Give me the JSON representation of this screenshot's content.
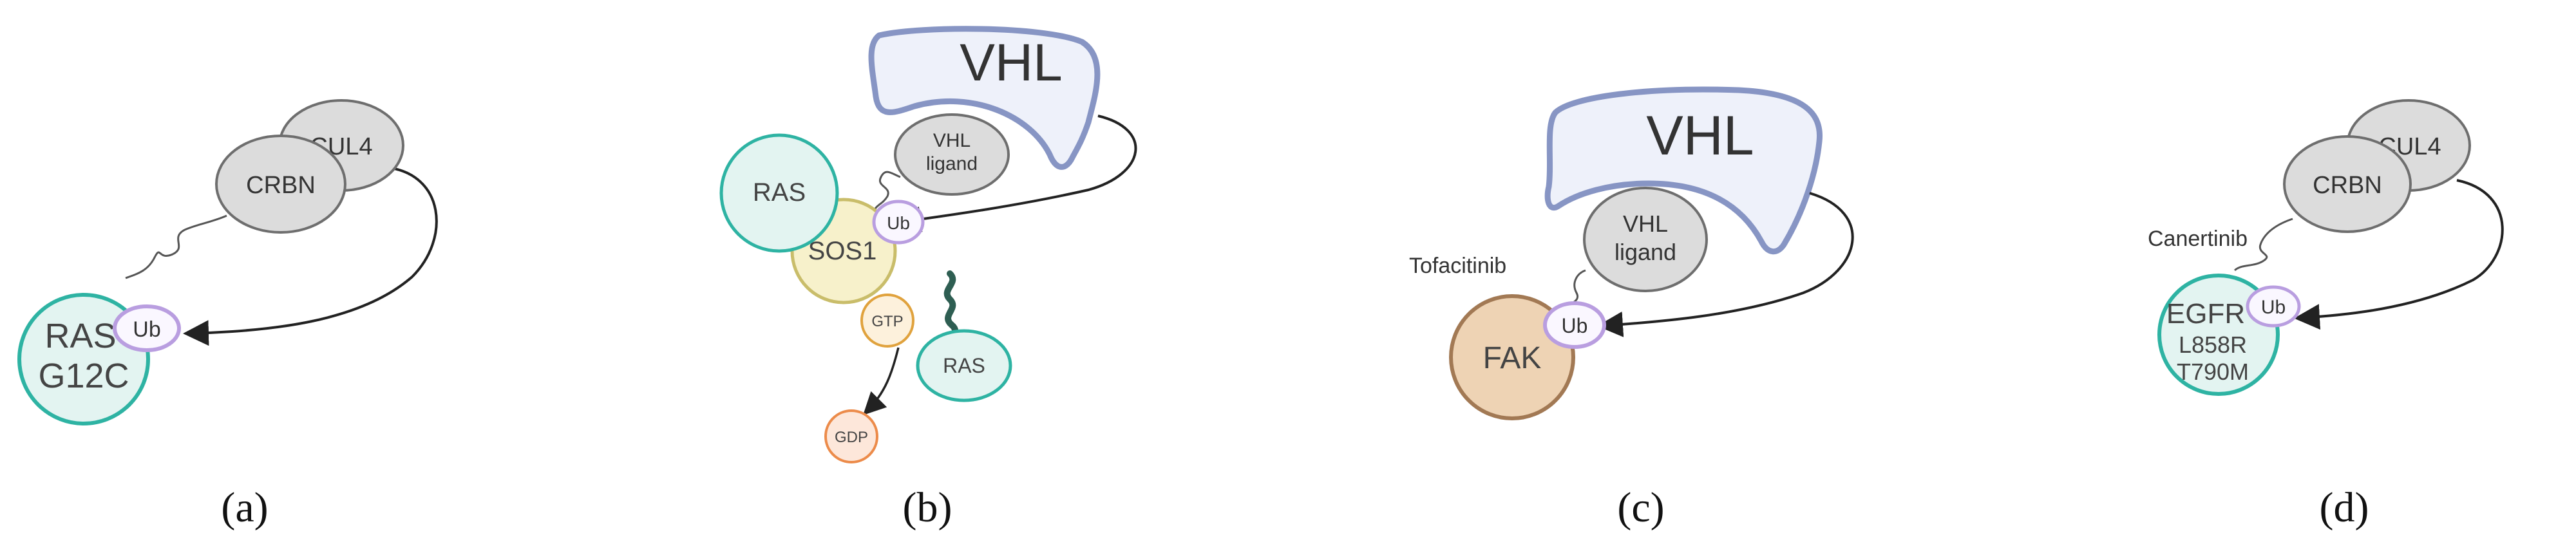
{
  "colors": {
    "crbn_cul4_fill": "#dcdcdc",
    "crbn_cul4_stroke": "#6e6e6e",
    "vhl_fill": "#eef1fa",
    "vhl_stroke": "#8795c4",
    "ub_stroke": "#b99ee0",
    "ub_fill": "#faf7ff",
    "teal_stroke": "#2eb3a3",
    "teal_fill": "#e3f4f1",
    "sos1_stroke": "#c9bd6a",
    "sos1_fill": "#f7f1cb",
    "gtp_stroke": "#e0a23d",
    "gtp_fill": "#fdf1dc",
    "gdp_stroke": "#ec8b4a",
    "gdp_fill": "#fde7da",
    "fak_stroke": "#a27954",
    "fak_fill": "#eed3b4",
    "rna_stroke": "#2e5e52",
    "arrow": "#222222",
    "linker": "#555555"
  },
  "panels": {
    "a": {
      "label": "(a)",
      "cul4": "CUL4",
      "crbn": "CRBN",
      "ub": "Ub",
      "target_line1": "RAS",
      "target_line2": "G12C"
    },
    "b": {
      "label": "(b)",
      "vhl": "VHL",
      "vhl_ligand_line1": "VHL",
      "vhl_ligand_line2": "ligand",
      "ras": "RAS",
      "sos1": "SOS1",
      "ub": "Ub",
      "gtp": "GTP",
      "gdp": "GDP",
      "ras2": "RAS"
    },
    "c": {
      "label": "(c)",
      "vhl": "VHL",
      "vhl_ligand_line1": "VHL",
      "vhl_ligand_line2": "ligand",
      "drug": "Tofacitinib",
      "ub": "Ub",
      "target": "FAK"
    },
    "d": {
      "label": "(d)",
      "cul4": "CUL4",
      "crbn": "CRBN",
      "drug": "Canertinib",
      "ub": "Ub",
      "target_line1": "EGFR",
      "target_line2": "L858R",
      "target_line3": "T790M"
    }
  }
}
